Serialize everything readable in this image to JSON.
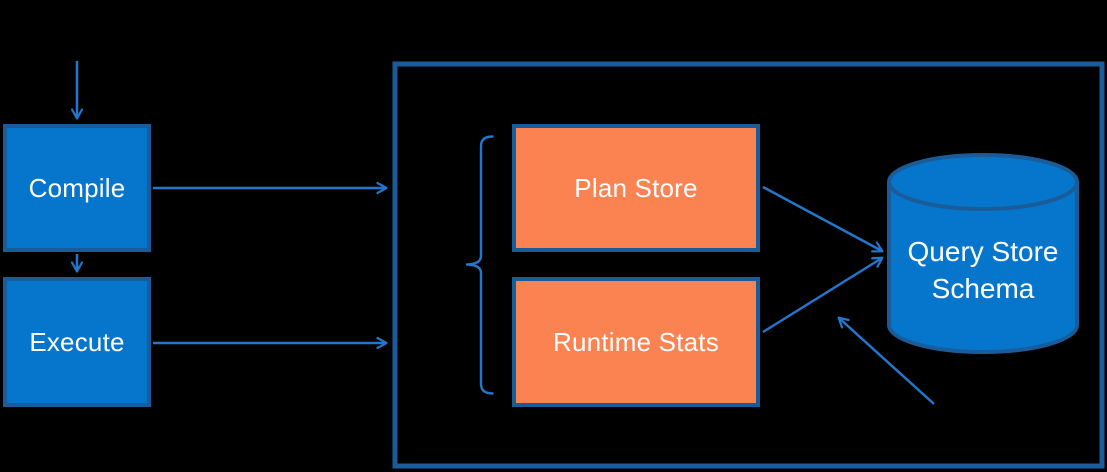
{
  "colors": {
    "bg": "#000000",
    "blue": "#0676CC",
    "orange": "#FB8251",
    "border": "#1A5C99",
    "arrow": "#2276CB",
    "text": "#FFFFFF"
  },
  "nodes": {
    "compile": {
      "label": "Compile",
      "shape": "rectangle",
      "color": "blue"
    },
    "execute": {
      "label": "Execute",
      "shape": "rectangle",
      "color": "blue"
    },
    "plan_store": {
      "label": "Plan Store",
      "shape": "rectangle",
      "color": "orange"
    },
    "runtime_stats": {
      "label": "Runtime Stats",
      "shape": "rectangle",
      "color": "orange"
    },
    "query_store_schema": {
      "label": "Query Store Schema",
      "shape": "database-cylinder",
      "color": "blue"
    }
  },
  "edges": [
    {
      "from": "offscreen-top",
      "to": "Compile"
    },
    {
      "from": "Compile",
      "to": "Execute"
    },
    {
      "from": "Compile",
      "to": "container"
    },
    {
      "from": "Execute",
      "to": "container"
    },
    {
      "from": "Plan Store",
      "to": "Query Store Schema"
    },
    {
      "from": "Runtime Stats",
      "to": "Query Store Schema"
    },
    {
      "from": "offscreen-bottom",
      "to": "Query Store Schema"
    }
  ],
  "annotations": {
    "brace": "curly brace grouping Plan Store and Runtime Stats"
  }
}
